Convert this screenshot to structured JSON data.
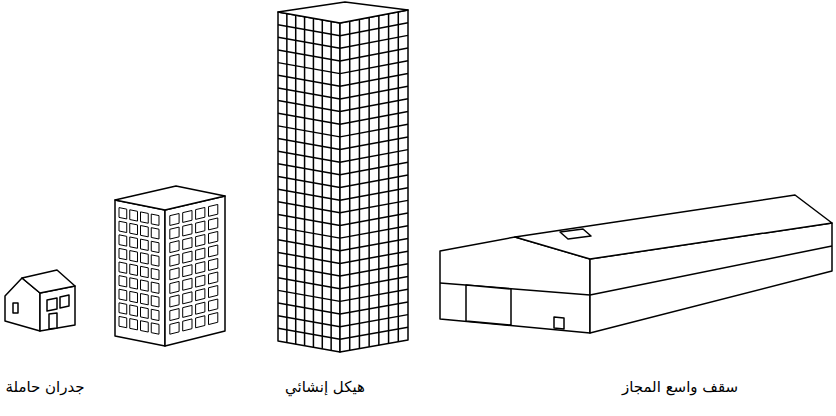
{
  "diagram": {
    "labels": [
      "جدران حاملة",
      "هيكل إنشائي",
      "سقف واسع المجاز"
    ]
  }
}
